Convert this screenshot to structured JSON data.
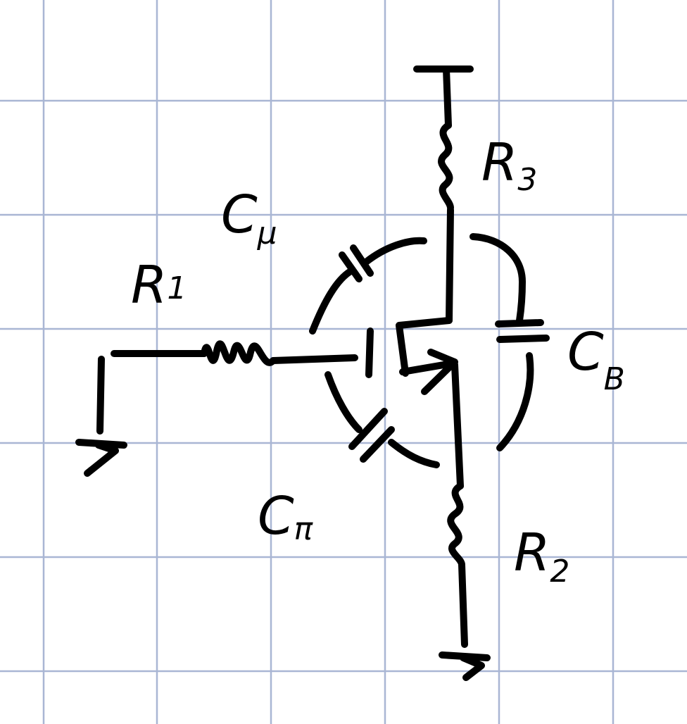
{
  "labels": {
    "r3": {
      "main": "R",
      "sub": "3"
    },
    "r1": {
      "main": "R",
      "sub": "1"
    },
    "r2": {
      "main": "R",
      "sub": "2"
    },
    "c_mu": {
      "main": "C",
      "sub": "μ"
    },
    "c_b": {
      "main": "C",
      "sub": "B"
    },
    "c_pi": {
      "main": "C",
      "sub": "π"
    }
  },
  "colors": {
    "ink": "#000000",
    "grid": "#a9b6d4",
    "paper": "#ffffff"
  }
}
